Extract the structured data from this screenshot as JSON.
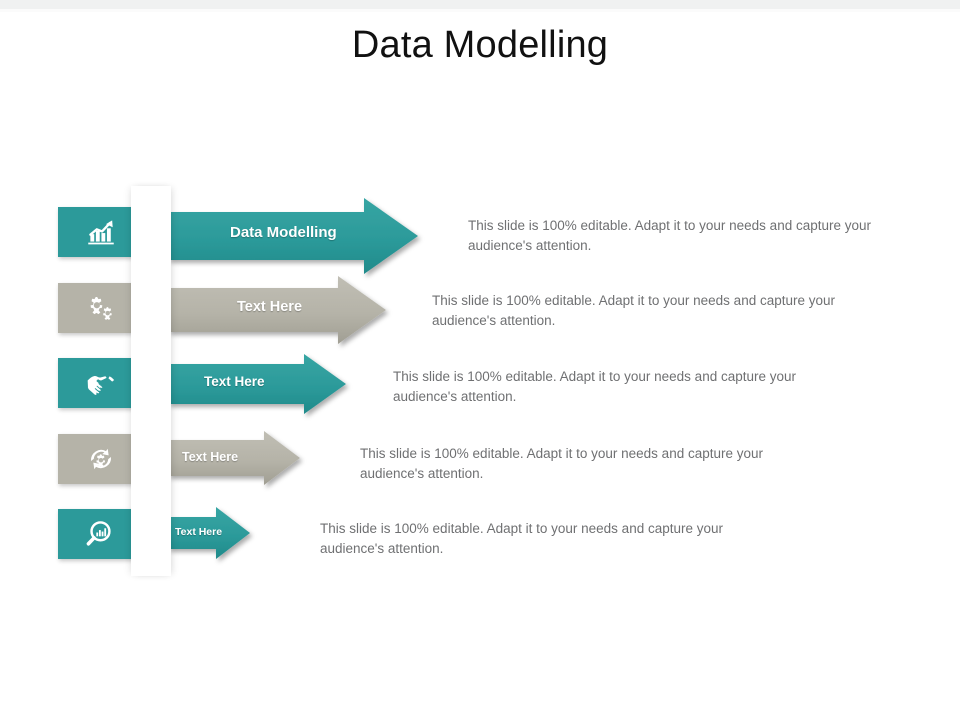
{
  "slide": {
    "title": "Data Modelling",
    "colors": {
      "teal": "#2c9a9a",
      "teal_dark": "#238585",
      "gray": "#b5b3a8",
      "gray_dark": "#9d9b91",
      "body_text": "#6f7072",
      "title_text": "#111111",
      "background": "#ffffff"
    }
  },
  "rows": [
    {
      "icon": "growth-chart-icon",
      "label": "Data Modelling",
      "color": "teal",
      "body": "This slide is 100% editable. Adapt it to your needs and capture your audience's attention."
    },
    {
      "icon": "gears-icon",
      "label": "Text Here",
      "color": "gray",
      "body": "This slide is 100% editable. Adapt it to your needs and capture your audience's attention."
    },
    {
      "icon": "handshake-icon",
      "label": "Text Here",
      "color": "teal",
      "body": "This slide is 100% editable. Adapt it to your needs and capture your audience's attention."
    },
    {
      "icon": "refresh-gear-icon",
      "label": "Text Here",
      "color": "gray",
      "body": "This slide is 100% editable. Adapt it to your needs and capture your audience's attention."
    },
    {
      "icon": "magnifier-chart-icon",
      "label": "Text Here",
      "color": "teal",
      "body": "This slide is 100% editable. Adapt it to your needs and capture your audience's attention."
    }
  ]
}
